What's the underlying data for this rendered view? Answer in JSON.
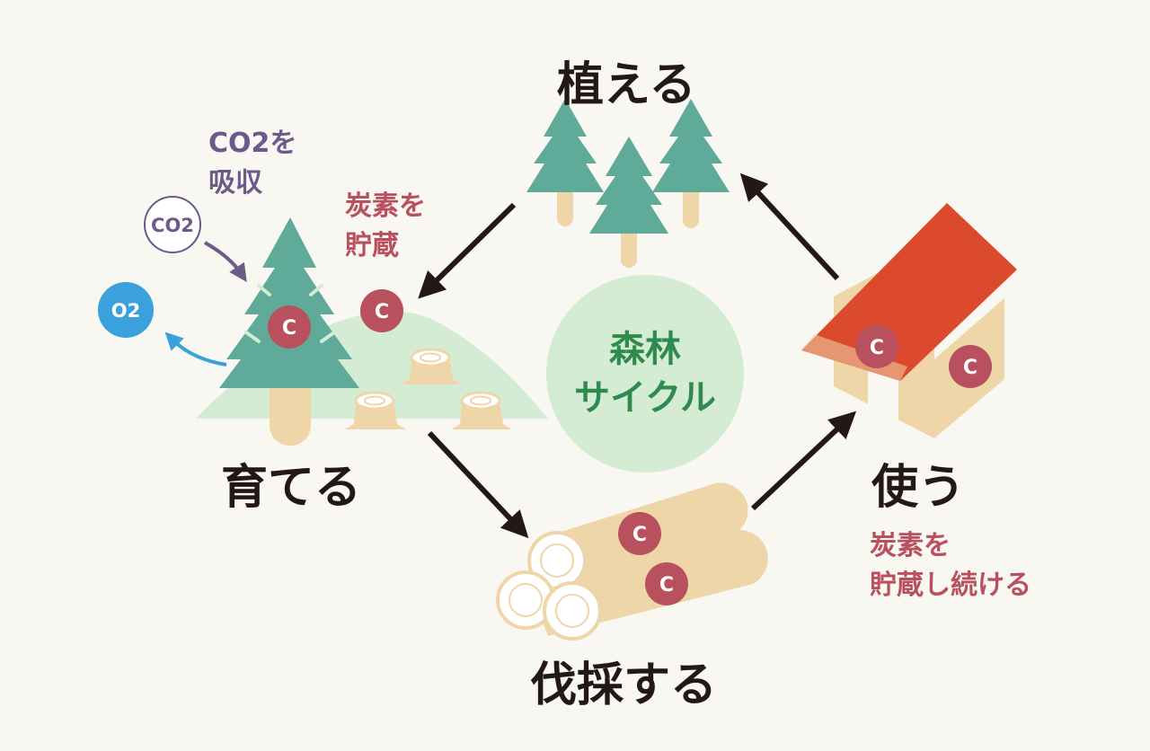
{
  "steps": {
    "plant": "植える",
    "grow": "育てる",
    "harvest": "伐採する",
    "use": "使う"
  },
  "center": {
    "line1": "森林",
    "line2": "サイクル"
  },
  "notes": {
    "absorb_line1": "CO2を",
    "absorb_line2": "吸収",
    "store_line1": "炭素を",
    "store_line2": "貯蔵",
    "keep_store_line1": "炭素を",
    "keep_store_line2": "貯蔵し続ける"
  },
  "badges": {
    "co2": "CO2",
    "o2": "O2",
    "carbon": "C"
  },
  "colors": {
    "background": "#f9f7f2",
    "tree": "#5faa98",
    "trunk": "#eed6a8",
    "hill": "#d3ecd3",
    "center_circle": "#d3ecd3",
    "center_text": "#2f8a4d",
    "carbon_badge": "#b8505e",
    "roof": "#dc4a2e",
    "o2_badge": "#3aa1dc",
    "co2_text": "#6b5a8a",
    "arrow": "#231815"
  }
}
